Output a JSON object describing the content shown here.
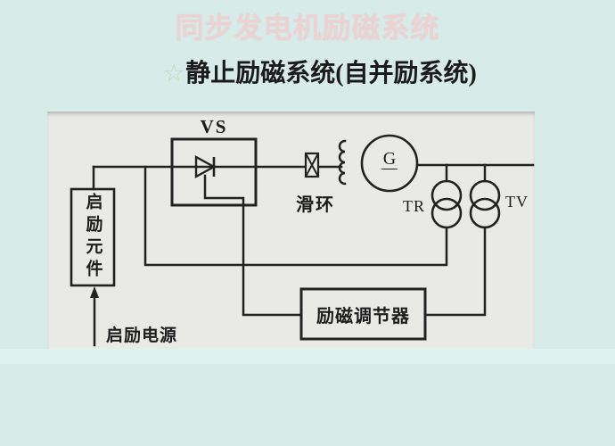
{
  "slide": {
    "title": "同步发电机励磁系统",
    "subtitle": {
      "star": "☆",
      "text": "静止励磁系统(自并励系统)"
    }
  },
  "diagram": {
    "vs_label": "VS",
    "slip_ring_label": "滑环",
    "generator_label": "G",
    "tr_label": "TR",
    "tv_label": "TV",
    "regulator_label": "励磁调节器",
    "start_element_label": "启励元件",
    "start_source_label": "启励电源"
  },
  "colors": {
    "background": "#d7ebe9",
    "panel_background": "#e9e9e5",
    "title_text": "#ecd2d2",
    "star_green": "#bfdcba",
    "line": "#222222",
    "bottom_band": "#e0f2ef"
  }
}
